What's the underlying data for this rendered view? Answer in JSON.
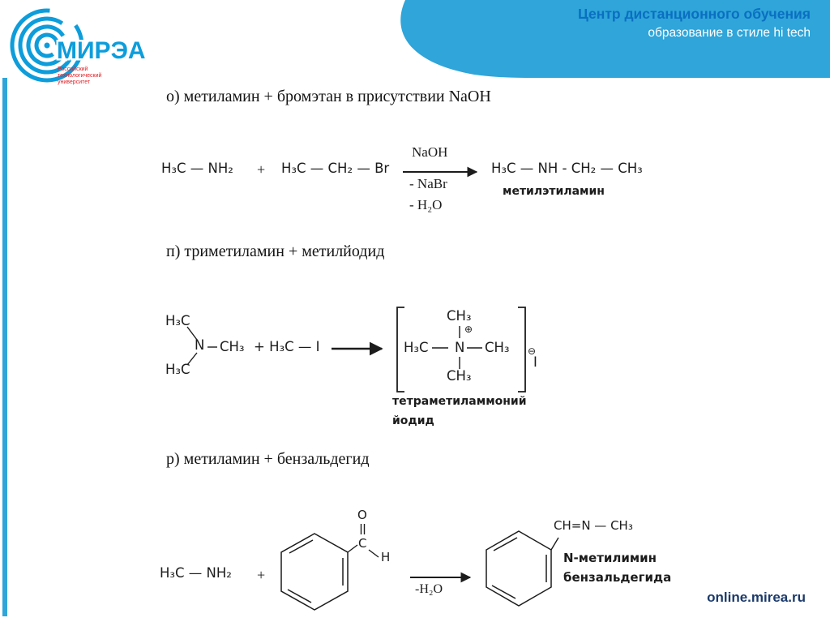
{
  "colors": {
    "header_blue": "#2fa5d9",
    "title_blue": "#0a6fc2",
    "logo_blue": "#0d9ddb",
    "logo_red": "#e31e24",
    "ink": "#1c1c1c",
    "footer_blue": "#1b3a6b"
  },
  "header": {
    "title": "Центр дистанционного обучения",
    "subtitle": "образование в стиле hi tech"
  },
  "logo": {
    "brand": "МИРЭА",
    "sub1": "Российский",
    "sub2": "технологический",
    "sub3": "университет"
  },
  "reaction_o": {
    "heading": "о) метиламин + бромэтан в присутствии NaOH",
    "reactant1": "H₃C — NH₂",
    "plus": "+",
    "reactant2": "H₃C — CH₂ — Br",
    "above_arrow": "NaOH",
    "below_arrow_1": "- NaBr",
    "below_arrow_2": "- H₂O",
    "product": "H₃C — NH - CH₂ — CH₃",
    "product_name": "метилэтиламин"
  },
  "reaction_p": {
    "heading": "п) триметиламин + метилйодид",
    "methyl_top_left": "H₃C",
    "methyl_bottom_left": "H₃C",
    "nitrogen": "N",
    "n_methyl": "CH₃",
    "reagent": "+ H₃C — I",
    "cation_top_methyl": "CH₃",
    "plus_charge": "⊕",
    "cation_left": "H₃C",
    "cation_n": "N",
    "cation_right": "CH₃",
    "cation_bottom_methyl": "CH₃",
    "minus_charge": "⊖",
    "iodide": "I",
    "product_name_1": "тетраметиламмоний",
    "product_name_2": "йодид"
  },
  "reaction_r": {
    "heading": "р) метиламин + бензальдегид",
    "reactant1": "H₃C — NH₂",
    "plus": "+",
    "carbonyl_c": "C",
    "carbonyl_o": "O",
    "aldehyde_h": "H",
    "below_arrow": "-H₂O",
    "imine_group": "CH=N — CH₃",
    "product_name_1": "N-метилимин",
    "product_name_2": "бензальдегида"
  },
  "footer": {
    "site": "online.mirea.ru"
  }
}
